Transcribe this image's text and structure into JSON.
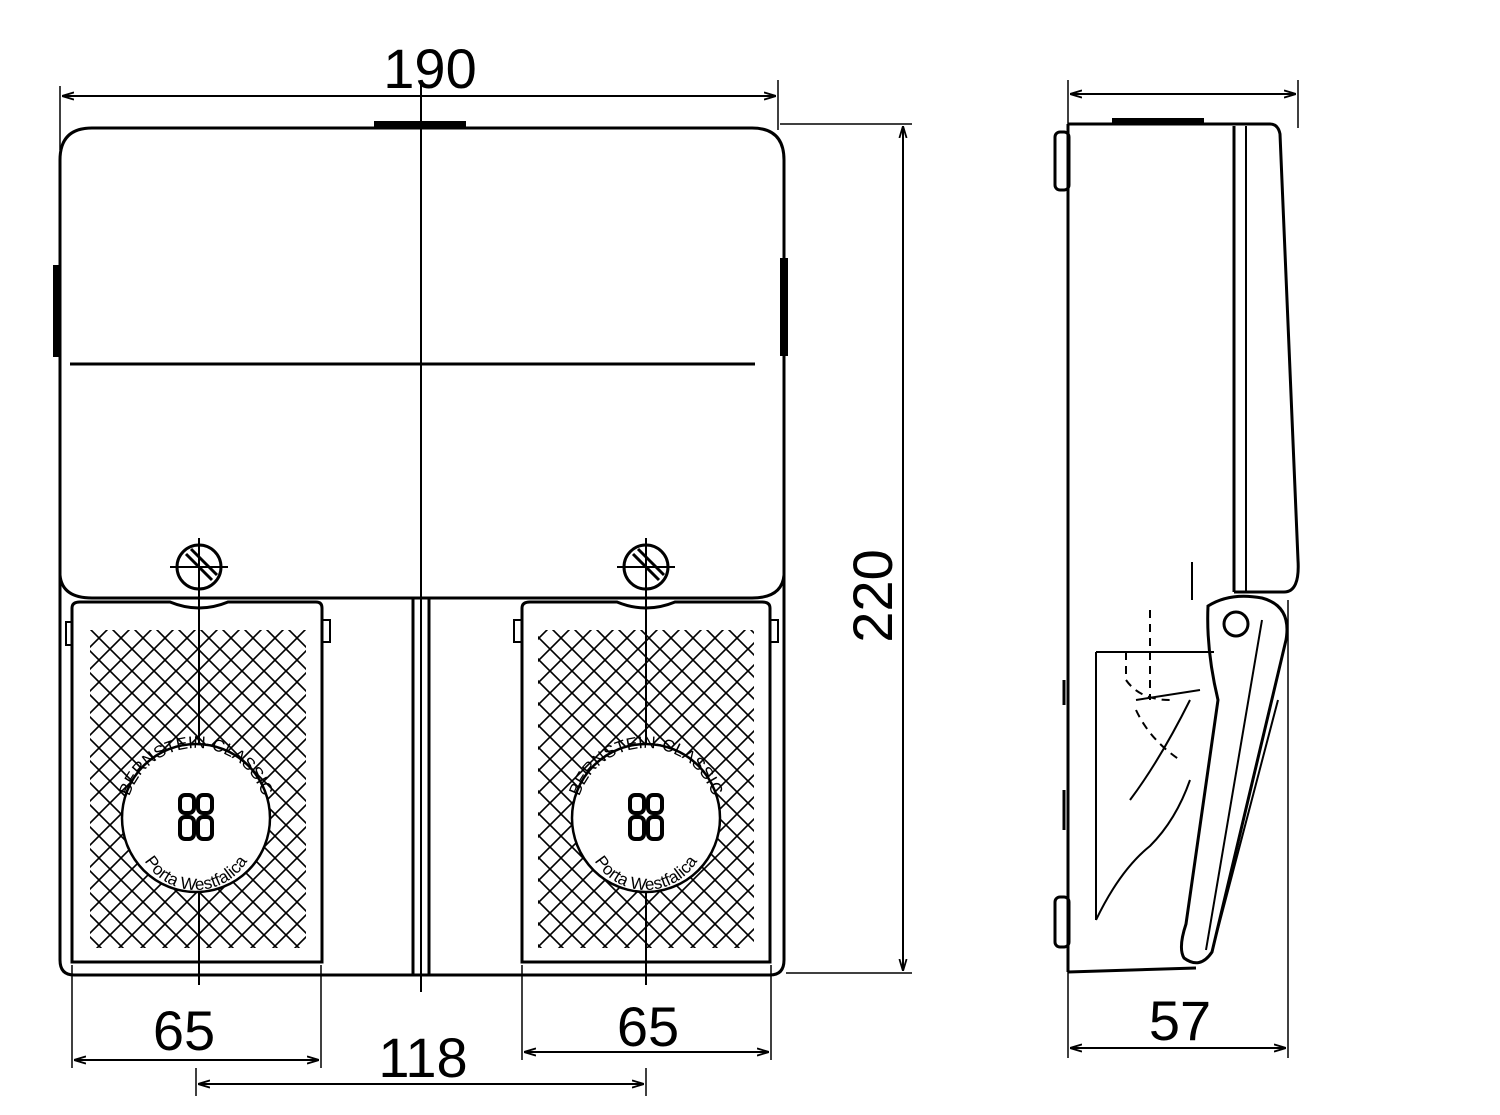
{
  "dimensions": {
    "front_width": "190",
    "front_height": "220",
    "left_socket_width": "65",
    "right_socket_width": "65",
    "socket_spacing": "118",
    "side_depth": "57"
  },
  "logo": {
    "top_text": "BERNSTEIN-CLASSIC",
    "bottom_text": "Porta Westfalica"
  }
}
